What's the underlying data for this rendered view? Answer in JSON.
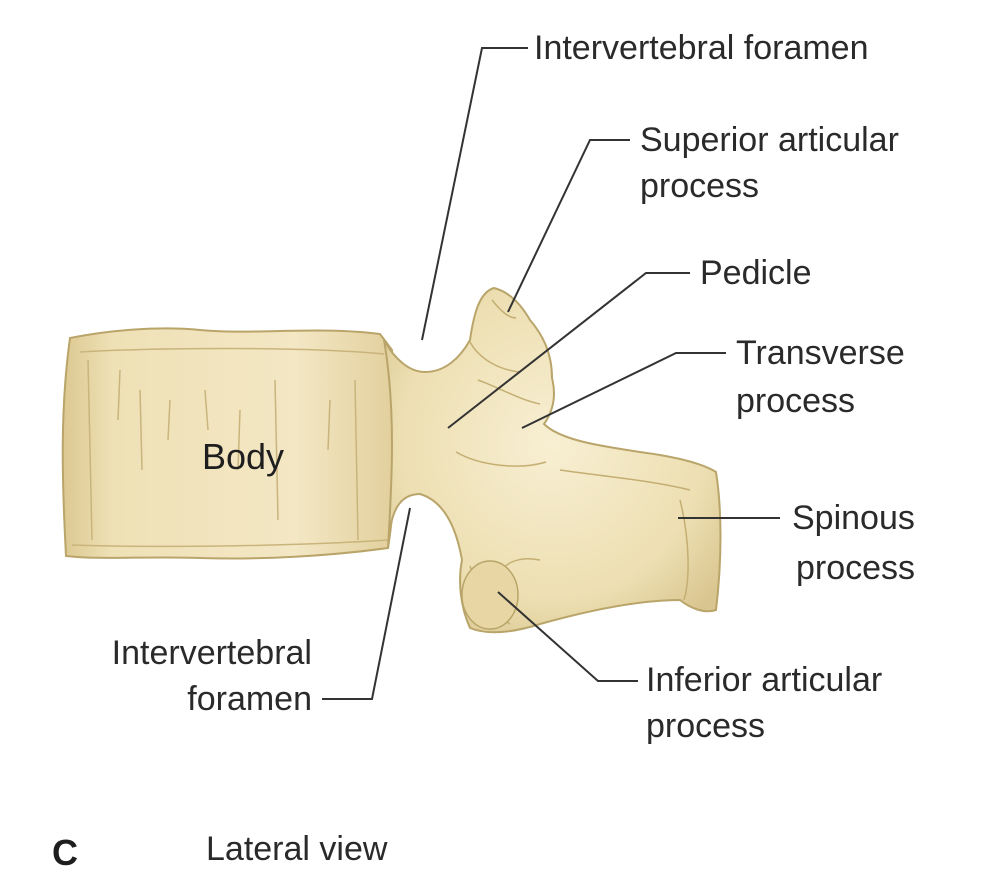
{
  "labels": {
    "intervertebral_foramen_top": "Intervertebral foramen",
    "superior_articular_1": "Superior articular",
    "superior_articular_2": "process",
    "pedicle": "Pedicle",
    "transverse_1": "Transverse",
    "transverse_2": "process",
    "spinous_1": "Spinous",
    "spinous_2": "process",
    "inferior_articular_1": "Inferior articular",
    "inferior_articular_2": "process",
    "intervertebral_foramen_bottom_1": "Intervertebral",
    "intervertebral_foramen_bottom_2": "foramen",
    "body": "Body"
  },
  "panel": {
    "letter": "C",
    "caption": "Lateral view"
  },
  "colors": {
    "bone_fill": "#efe2b8",
    "bone_shadow": "#d8c48e",
    "bone_outline": "#b9a56a",
    "leader_line": "#333333"
  }
}
